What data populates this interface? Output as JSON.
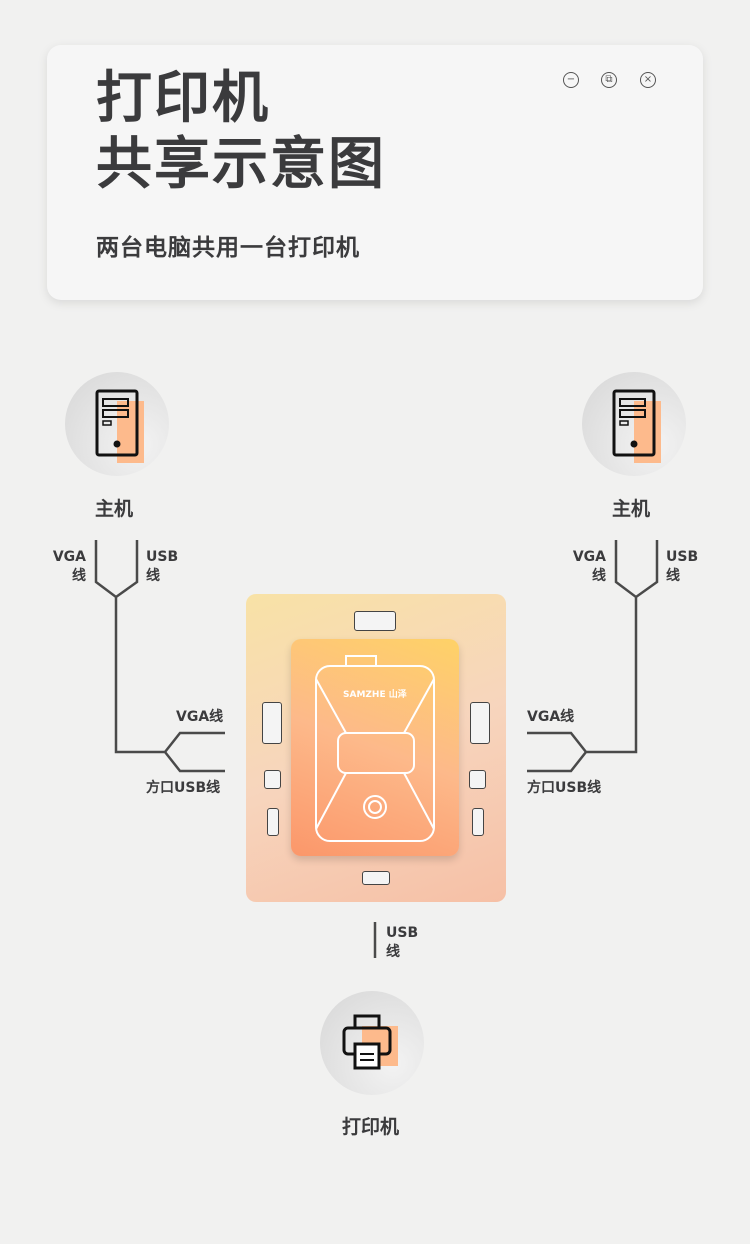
{
  "header": {
    "title_line1": "打印机",
    "title_line2": "共享示意图",
    "subtitle": "两台电脑共用一台打印机",
    "window_controls": [
      "minimize-icon",
      "restore-icon",
      "close-icon"
    ]
  },
  "hosts": [
    {
      "label": "主机",
      "vga": "VGA",
      "usb": "USB",
      "xian": "线"
    },
    {
      "label": "主机",
      "vga": "VGA",
      "usb": "USB",
      "xian": "线"
    }
  ],
  "switch": {
    "brand": "SAMZHE 山泽",
    "left_vga": "VGA线",
    "left_usb": "方口USB线",
    "right_vga": "VGA线",
    "right_usb": "方口USB线"
  },
  "printer": {
    "label": "打印机",
    "usb": "USB",
    "xian": "线"
  },
  "colors": {
    "accent": "#fb976a",
    "icon_fill": "#fdba8c"
  }
}
